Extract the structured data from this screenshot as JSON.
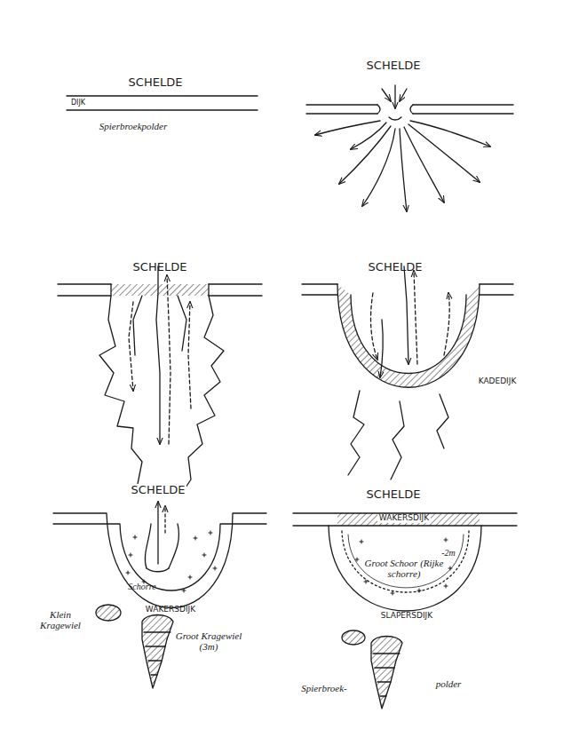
{
  "diagram": {
    "labels": [
      "SCHELDE",
      "DIJK",
      "Spierbroekpolder",
      "SCHELDE",
      "SCHELDE",
      "SCHELDE",
      "KADEDIJK",
      "SCHELDE",
      "Schorre",
      "WAKERSDIJK",
      "Klein Kragewiel",
      "Groot Kragewiel (3m)",
      "SCHELDE",
      "WAKERSDIJK",
      "-2m",
      "Groot Schoor (Rijke schorre)",
      "SLAPERSDIJK",
      "Spierbroek-",
      "polder"
    ]
  }
}
